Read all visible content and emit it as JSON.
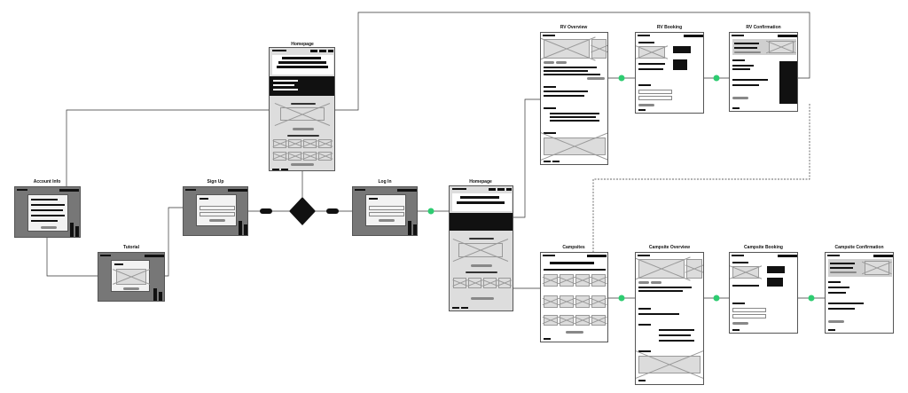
{
  "titles": {
    "homepage_top": "Homepage",
    "account_info": "Account Info",
    "sign_up": "Sign Up",
    "log_in": "Log In",
    "homepage_main": "Homepage",
    "tutorial": "Tutorial",
    "rv_overview": "RV Overview",
    "rv_booking": "RV Booking",
    "rv_confirmation": "RV Confirmation",
    "campsites": "Campsites",
    "campsite_overview": "Campsite Overview",
    "campsite_booking": "Campsite Booking",
    "campsite_confirmation": "Campsite Confirmation"
  },
  "colors": {
    "connector": "#2ecc71",
    "wire": "#333333",
    "frame_fill": "#ffffff",
    "modal_fill": "#f2f2f2"
  }
}
